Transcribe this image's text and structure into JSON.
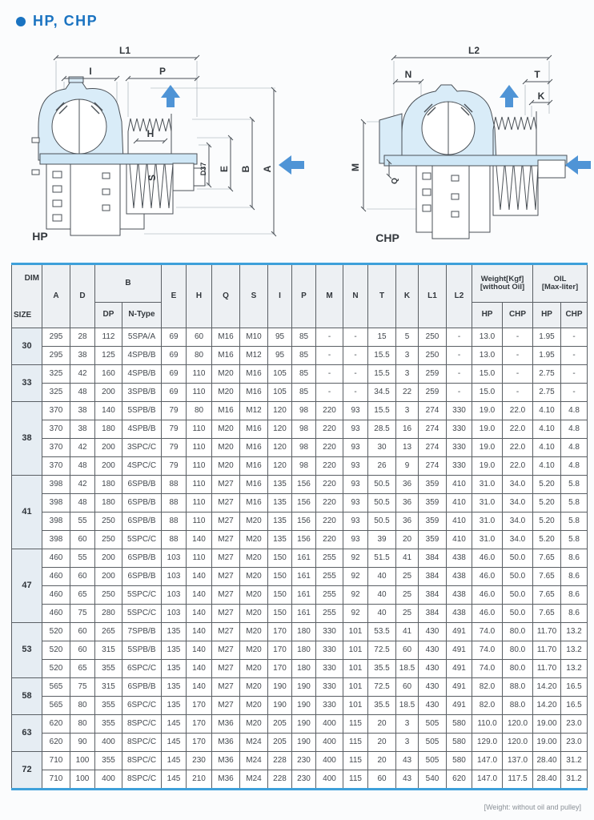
{
  "page": {
    "title": "HP, CHP",
    "footer_note": "[Weight: without oil and pulley]"
  },
  "colors": {
    "accent_blue": "#1a73c1",
    "table_accent_line": "#3ea0da",
    "diagram_fill": "#d9ecf8",
    "arrow_blue": "#4f94d6"
  },
  "diagrams": {
    "hp": {
      "name": "HP",
      "labels": {
        "l1": "L1",
        "i": "I",
        "p": "P",
        "h": "H",
        "s": "S",
        "d37": "D37",
        "e": "E",
        "b": "B",
        "a": "A"
      }
    },
    "chp": {
      "name": "CHP",
      "labels": {
        "l2": "L2",
        "n": "N",
        "t": "T",
        "k": "K",
        "m": "M",
        "q": "Q"
      }
    }
  },
  "table": {
    "corner_top": "DIM",
    "corner_bottom": "SIZE",
    "header": {
      "a": "A",
      "d": "D",
      "b": "B",
      "dp": "DP",
      "ntype": "N-Type",
      "e": "E",
      "h": "H",
      "q": "Q",
      "s": "S",
      "i": "I",
      "p": "P",
      "m": "M",
      "n": "N",
      "t": "T",
      "k": "K",
      "l1": "L1",
      "l2": "L2",
      "weight_title": "Weight[Kgf]",
      "weight_sub": "[without Oil]",
      "oil_title": "OIL",
      "oil_sub": "[Max-liter]",
      "hp": "HP",
      "chp": "CHP"
    },
    "groups": [
      {
        "size": "30",
        "rows": [
          [
            "295",
            "28",
            "112",
            "5SPA/A",
            "69",
            "60",
            "M16",
            "M10",
            "95",
            "85",
            "-",
            "-",
            "15",
            "5",
            "250",
            "-",
            "13.0",
            "-",
            "1.95",
            "-"
          ],
          [
            "295",
            "38",
            "125",
            "4SPB/B",
            "69",
            "80",
            "M16",
            "M12",
            "95",
            "85",
            "-",
            "-",
            "15.5",
            "3",
            "250",
            "-",
            "13.0",
            "-",
            "1.95",
            "-"
          ]
        ]
      },
      {
        "size": "33",
        "rows": [
          [
            "325",
            "42",
            "160",
            "4SPB/B",
            "69",
            "110",
            "M20",
            "M16",
            "105",
            "85",
            "-",
            "-",
            "15.5",
            "3",
            "259",
            "-",
            "15.0",
            "-",
            "2.75",
            "-"
          ],
          [
            "325",
            "48",
            "200",
            "3SPB/B",
            "69",
            "110",
            "M20",
            "M16",
            "105",
            "85",
            "-",
            "-",
            "34.5",
            "22",
            "259",
            "-",
            "15.0",
            "-",
            "2.75",
            "-"
          ]
        ]
      },
      {
        "size": "38",
        "rows": [
          [
            "370",
            "38",
            "140",
            "5SPB/B",
            "79",
            "80",
            "M16",
            "M12",
            "120",
            "98",
            "220",
            "93",
            "15.5",
            "3",
            "274",
            "330",
            "19.0",
            "22.0",
            "4.10",
            "4.8"
          ],
          [
            "370",
            "38",
            "180",
            "4SPB/B",
            "79",
            "110",
            "M20",
            "M16",
            "120",
            "98",
            "220",
            "93",
            "28.5",
            "16",
            "274",
            "330",
            "19.0",
            "22.0",
            "4.10",
            "4.8"
          ],
          [
            "370",
            "42",
            "200",
            "3SPC/C",
            "79",
            "110",
            "M20",
            "M16",
            "120",
            "98",
            "220",
            "93",
            "30",
            "13",
            "274",
            "330",
            "19.0",
            "22.0",
            "4.10",
            "4.8"
          ],
          [
            "370",
            "48",
            "200",
            "4SPC/C",
            "79",
            "110",
            "M20",
            "M16",
            "120",
            "98",
            "220",
            "93",
            "26",
            "9",
            "274",
            "330",
            "19.0",
            "22.0",
            "4.10",
            "4.8"
          ]
        ]
      },
      {
        "size": "41",
        "rows": [
          [
            "398",
            "42",
            "180",
            "6SPB/B",
            "88",
            "110",
            "M27",
            "M16",
            "135",
            "156",
            "220",
            "93",
            "50.5",
            "36",
            "359",
            "410",
            "31.0",
            "34.0",
            "5.20",
            "5.8"
          ],
          [
            "398",
            "48",
            "180",
            "6SPB/B",
            "88",
            "110",
            "M27",
            "M16",
            "135",
            "156",
            "220",
            "93",
            "50.5",
            "36",
            "359",
            "410",
            "31.0",
            "34.0",
            "5.20",
            "5.8"
          ],
          [
            "398",
            "55",
            "250",
            "6SPB/B",
            "88",
            "110",
            "M27",
            "M20",
            "135",
            "156",
            "220",
            "93",
            "50.5",
            "36",
            "359",
            "410",
            "31.0",
            "34.0",
            "5.20",
            "5.8"
          ],
          [
            "398",
            "60",
            "250",
            "5SPC/C",
            "88",
            "140",
            "M27",
            "M20",
            "135",
            "156",
            "220",
            "93",
            "39",
            "20",
            "359",
            "410",
            "31.0",
            "34.0",
            "5.20",
            "5.8"
          ]
        ]
      },
      {
        "size": "47",
        "rows": [
          [
            "460",
            "55",
            "200",
            "6SPB/B",
            "103",
            "110",
            "M27",
            "M20",
            "150",
            "161",
            "255",
            "92",
            "51.5",
            "41",
            "384",
            "438",
            "46.0",
            "50.0",
            "7.65",
            "8.6"
          ],
          [
            "460",
            "60",
            "200",
            "6SPB/B",
            "103",
            "140",
            "M27",
            "M20",
            "150",
            "161",
            "255",
            "92",
            "40",
            "25",
            "384",
            "438",
            "46.0",
            "50.0",
            "7.65",
            "8.6"
          ],
          [
            "460",
            "65",
            "250",
            "5SPC/C",
            "103",
            "140",
            "M27",
            "M20",
            "150",
            "161",
            "255",
            "92",
            "40",
            "25",
            "384",
            "438",
            "46.0",
            "50.0",
            "7.65",
            "8.6"
          ],
          [
            "460",
            "75",
            "280",
            "5SPC/C",
            "103",
            "140",
            "M27",
            "M20",
            "150",
            "161",
            "255",
            "92",
            "40",
            "25",
            "384",
            "438",
            "46.0",
            "50.0",
            "7.65",
            "8.6"
          ]
        ]
      },
      {
        "size": "53",
        "rows": [
          [
            "520",
            "60",
            "265",
            "7SPB/B",
            "135",
            "140",
            "M27",
            "M20",
            "170",
            "180",
            "330",
            "101",
            "53.5",
            "41",
            "430",
            "491",
            "74.0",
            "80.0",
            "11.70",
            "13.2"
          ],
          [
            "520",
            "60",
            "315",
            "5SPB/B",
            "135",
            "140",
            "M27",
            "M20",
            "170",
            "180",
            "330",
            "101",
            "72.5",
            "60",
            "430",
            "491",
            "74.0",
            "80.0",
            "11.70",
            "13.2"
          ],
          [
            "520",
            "65",
            "355",
            "6SPC/C",
            "135",
            "140",
            "M27",
            "M20",
            "170",
            "180",
            "330",
            "101",
            "35.5",
            "18.5",
            "430",
            "491",
            "74.0",
            "80.0",
            "11.70",
            "13.2"
          ]
        ]
      },
      {
        "size": "58",
        "rows": [
          [
            "565",
            "75",
            "315",
            "6SPB/B",
            "135",
            "140",
            "M27",
            "M20",
            "190",
            "190",
            "330",
            "101",
            "72.5",
            "60",
            "430",
            "491",
            "82.0",
            "88.0",
            "14.20",
            "16.5"
          ],
          [
            "565",
            "80",
            "355",
            "6SPC/C",
            "135",
            "170",
            "M27",
            "M20",
            "190",
            "190",
            "330",
            "101",
            "35.5",
            "18.5",
            "430",
            "491",
            "82.0",
            "88.0",
            "14.20",
            "16.5"
          ]
        ]
      },
      {
        "size": "63",
        "rows": [
          [
            "620",
            "80",
            "355",
            "8SPC/C",
            "145",
            "170",
            "M36",
            "M20",
            "205",
            "190",
            "400",
            "115",
            "20",
            "3",
            "505",
            "580",
            "110.0",
            "120.0",
            "19.00",
            "23.0"
          ],
          [
            "620",
            "90",
            "400",
            "8SPC/C",
            "145",
            "170",
            "M36",
            "M24",
            "205",
            "190",
            "400",
            "115",
            "20",
            "3",
            "505",
            "580",
            "129.0",
            "120.0",
            "19.00",
            "23.0"
          ]
        ]
      },
      {
        "size": "72",
        "rows": [
          [
            "710",
            "100",
            "355",
            "8SPC/C",
            "145",
            "230",
            "M36",
            "M24",
            "228",
            "230",
            "400",
            "115",
            "20",
            "43",
            "505",
            "580",
            "147.0",
            "137.0",
            "28.40",
            "31.2"
          ],
          [
            "710",
            "100",
            "400",
            "8SPC/C",
            "145",
            "210",
            "M36",
            "M24",
            "228",
            "230",
            "400",
            "115",
            "60",
            "43",
            "540",
            "620",
            "147.0",
            "117.5",
            "28.40",
            "31.2"
          ]
        ]
      }
    ]
  }
}
